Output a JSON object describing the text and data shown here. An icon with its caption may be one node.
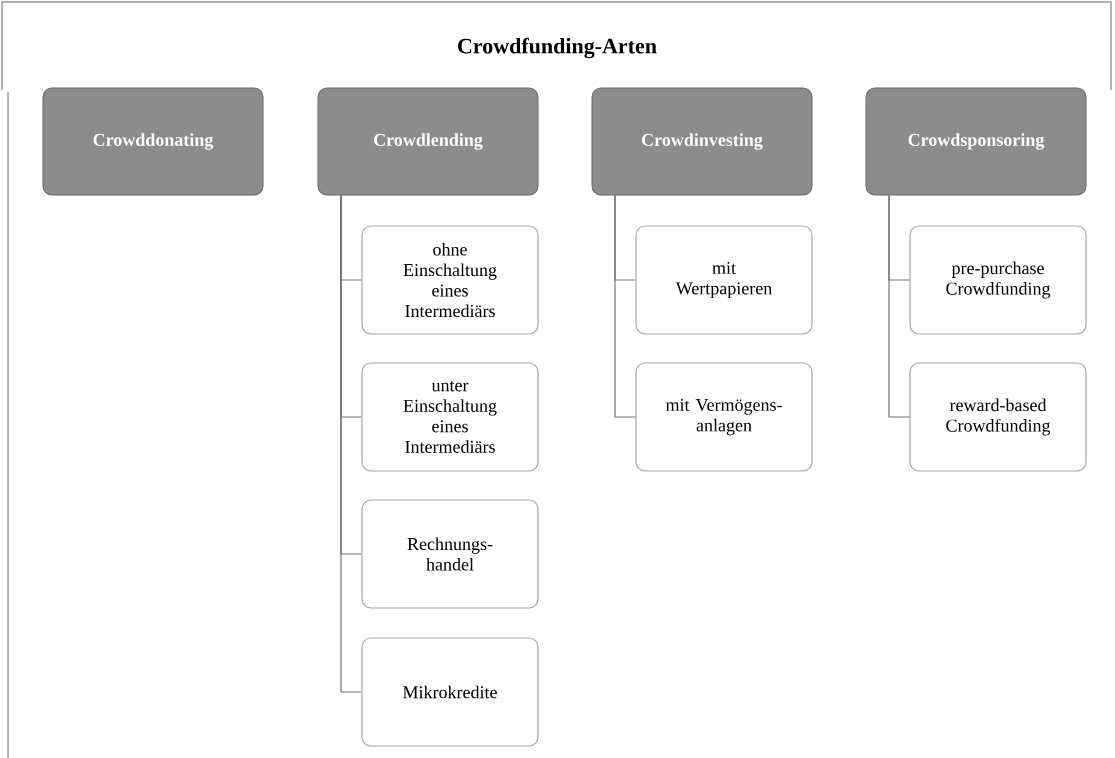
{
  "diagram": {
    "title": "Crowdfunding-Arten",
    "nodes": [
      {
        "text": [
          "Crowddonating"
        ]
      },
      {
        "text": [
          "Crowdlending"
        ]
      },
      {
        "text": [
          "Crowdinvesting"
        ]
      },
      {
        "text": [
          "Crowdsponsoring"
        ]
      },
      {
        "text": [
          "ohne Einschaltung eines Intermediärs"
        ]
      },
      {
        "text": [
          "unter Einschaltung eines Intermediärs"
        ]
      },
      {
        "text": [
          "Rechnungs-handel"
        ]
      },
      {
        "text": [
          "Mikrokredite"
        ]
      },
      {
        "text": [
          "mit Wertpapieren"
        ]
      },
      {
        "text": [
          "mit Vermögens-anlagen"
        ]
      },
      {
        "text": [
          "pre-purchase Crowdfunding"
        ]
      },
      {
        "text": [
          "reward-based Crowdfunding"
        ]
      }
    ],
    "edges": [
      {
        "from": 1,
        "to": 4,
        "arrow": "none"
      },
      {
        "from": 1,
        "to": 5,
        "arrow": "none"
      },
      {
        "from": 1,
        "to": 6,
        "arrow": "none"
      },
      {
        "from": 1,
        "to": 7,
        "arrow": "none"
      },
      {
        "from": 2,
        "to": 8,
        "arrow": "none"
      },
      {
        "from": 2,
        "to": 9,
        "arrow": "none"
      },
      {
        "from": 3,
        "to": 10,
        "arrow": "none"
      },
      {
        "from": 3,
        "to": 11,
        "arrow": "none"
      }
    ]
  }
}
